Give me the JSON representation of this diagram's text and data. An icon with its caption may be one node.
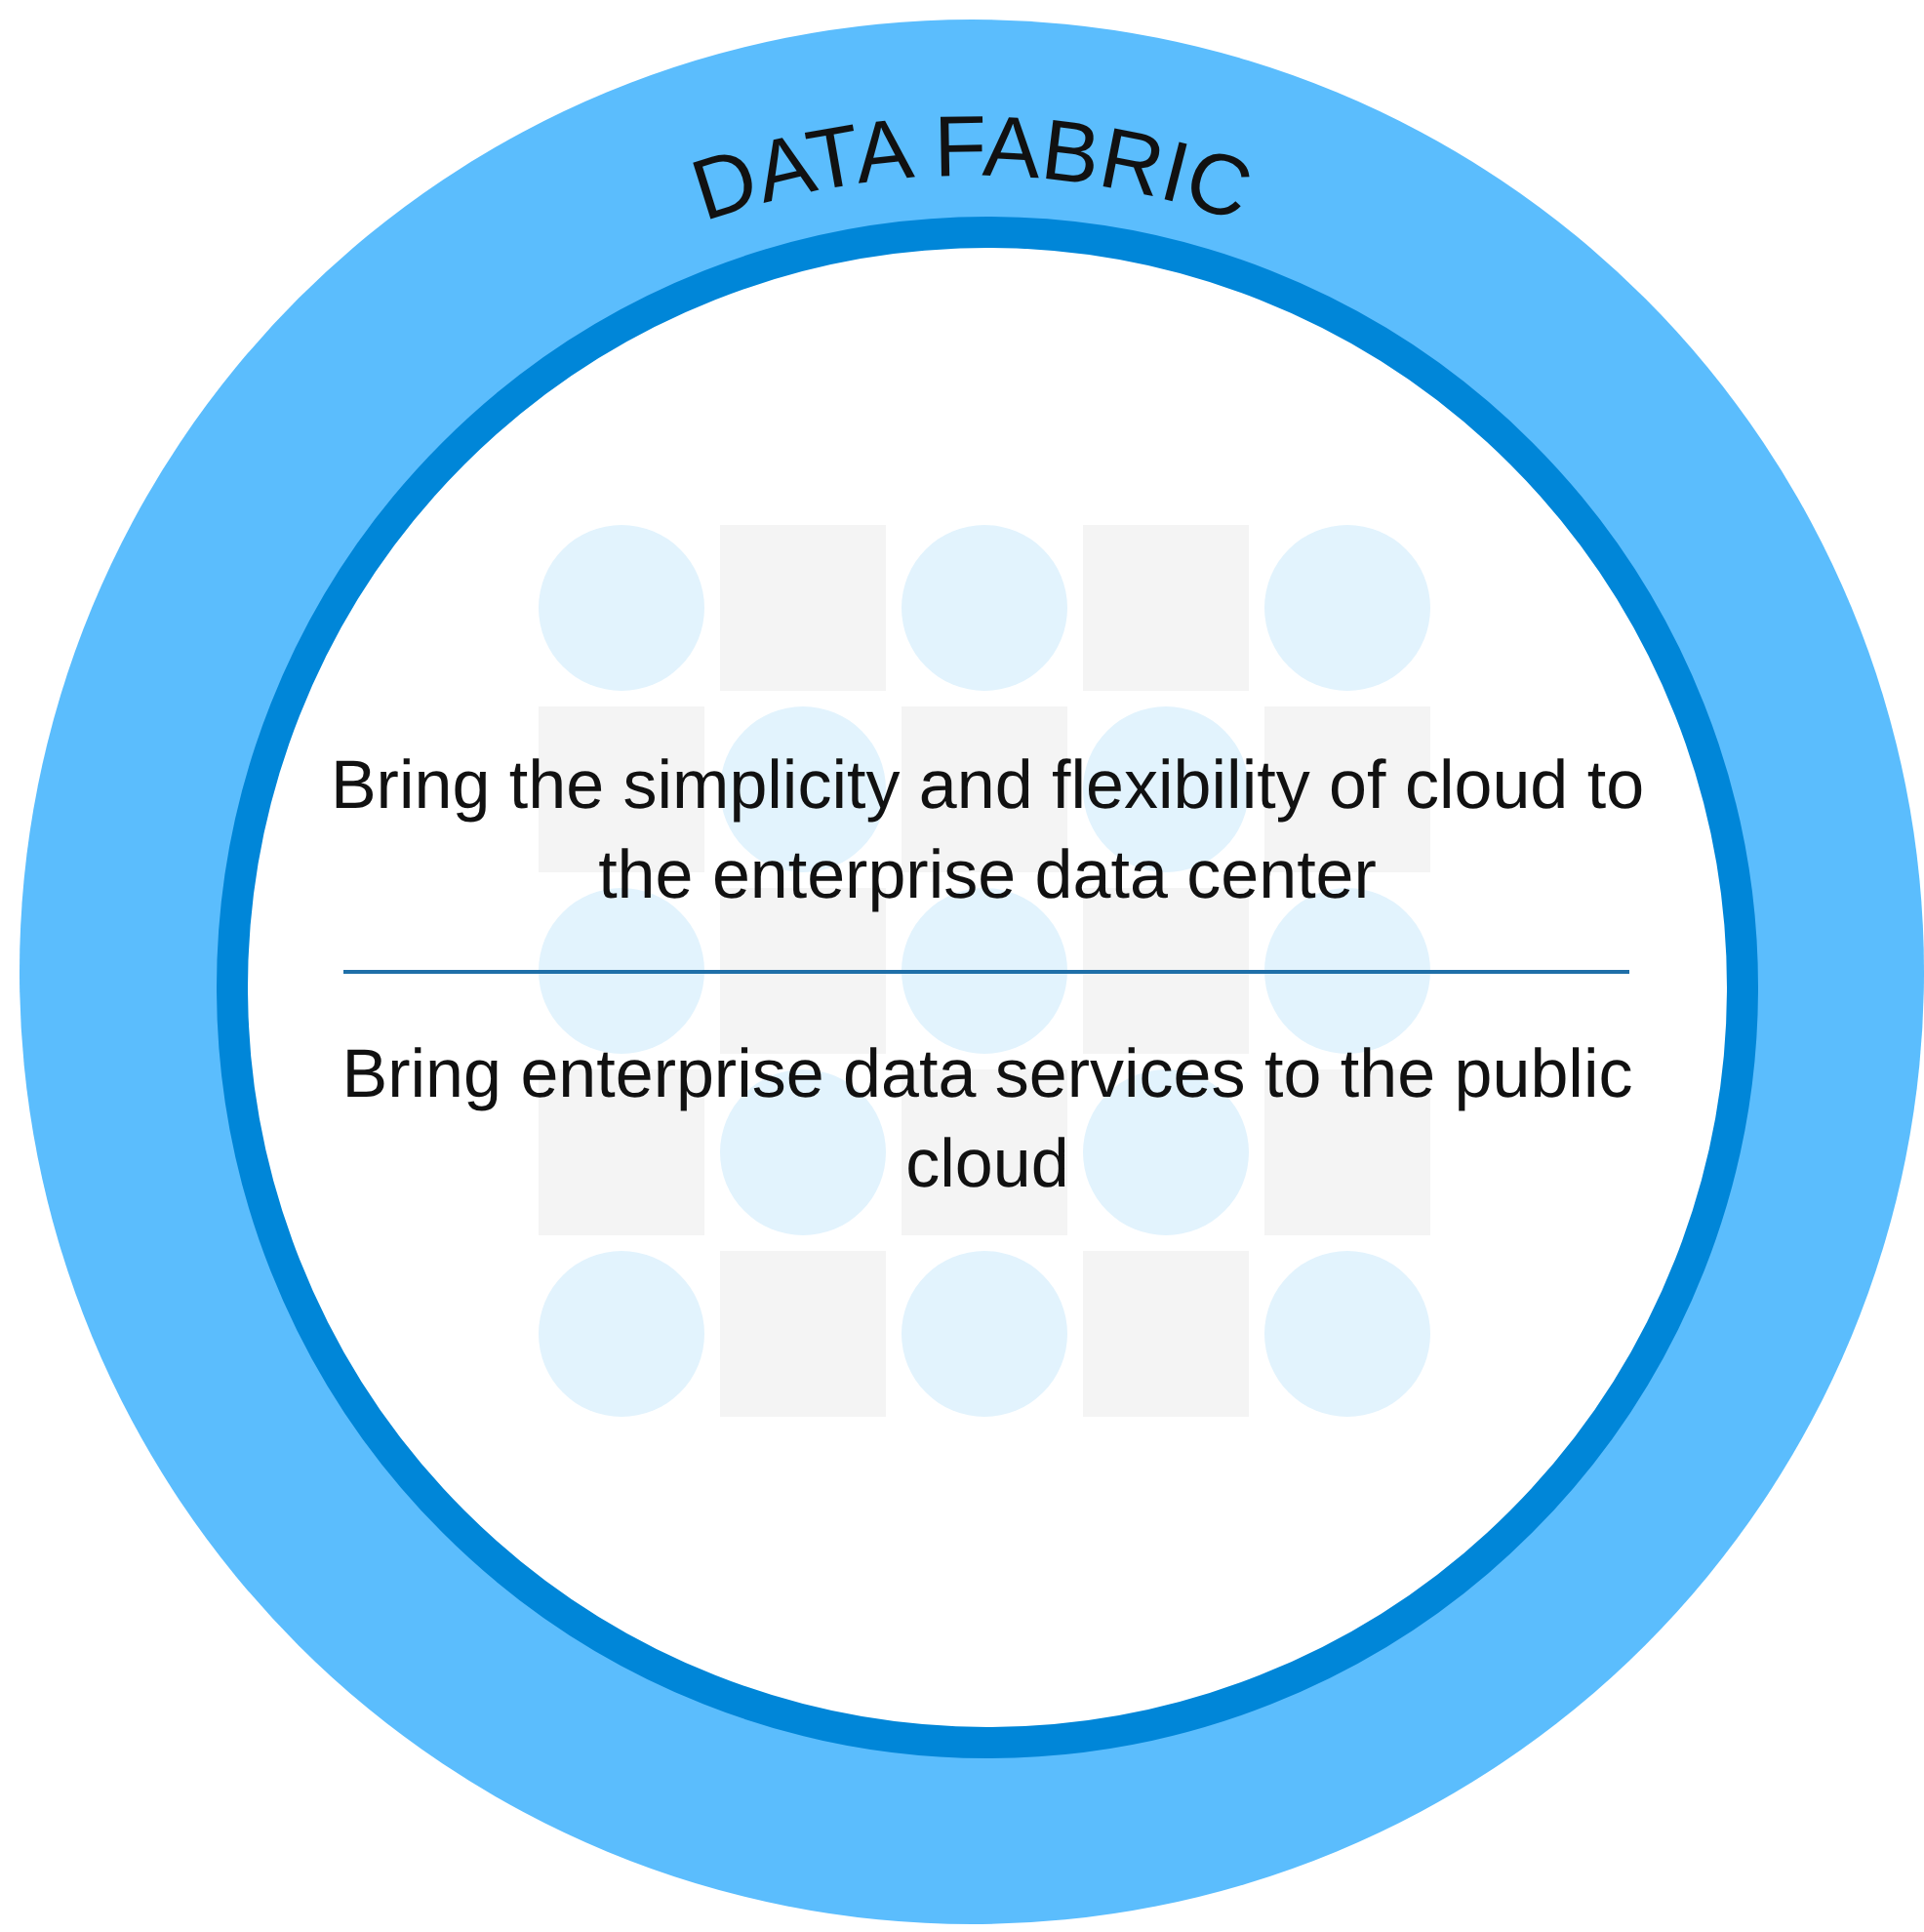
{
  "diagram": {
    "nodes": [
      {
        "text": [
          "DATA FABRIC"
        ]
      },
      {
        "text": [
          "Bring the simplicity and flexibility of cloud to the enterprise data center",
          "Bring enterprise data services to the public cloud"
        ],
        "in": 0
      }
    ]
  }
}
